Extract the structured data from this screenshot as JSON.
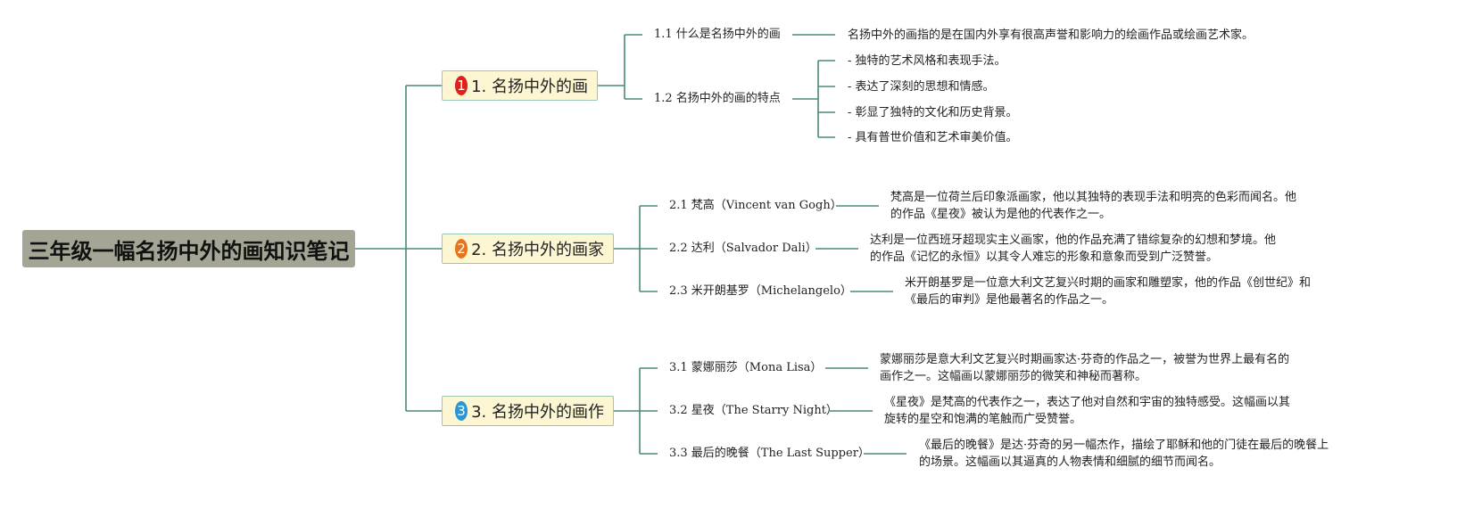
{
  "colors": {
    "root_bg": "#a4a595",
    "branch_bg": "#fdf6d3",
    "branch_border": "#9cc5b3",
    "connector": "#4a8a72",
    "marker_1": "#e0201b",
    "marker_2": "#e8731d",
    "marker_3": "#2b96d3"
  },
  "root": {
    "title": "三年级一幅名扬中外的画知识笔记"
  },
  "branches": [
    {
      "marker": "1",
      "label": "1. 名扬中外的画",
      "subs": [
        {
          "label": "1.1 什么是名扬中外的画",
          "details": [
            "名扬中外的画指的是在国内外享有很高声誉和影响力的绘画作品或绘画艺术家。"
          ]
        },
        {
          "label": "1.2 名扬中外的画的特点",
          "details": [
            "- 独特的艺术风格和表现手法。",
            "- 表达了深刻的思想和情感。",
            "- 彰显了独特的文化和历史背景。",
            "- 具有普世价值和艺术审美价值。"
          ]
        }
      ]
    },
    {
      "marker": "2",
      "label": "2. 名扬中外的画家",
      "subs": [
        {
          "label": "2.1 梵高（Vincent van Gogh）",
          "details": [
            "梵高是一位荷兰后印象派画家，他以其独特的表现手法和明亮的色彩而闻名。他",
            "的作品《星夜》被认为是他的代表作之一。"
          ]
        },
        {
          "label": "2.2 达利（Salvador Dali）",
          "details": [
            "达利是一位西班牙超现实主义画家，他的作品充满了错综复杂的幻想和梦境。他",
            "的作品《记忆的永恒》以其令人难忘的形象和意象而受到广泛赞誉。"
          ]
        },
        {
          "label": "2.3 米开朗基罗（Michelangelo）",
          "details": [
            "米开朗基罗是一位意大利文艺复兴时期的画家和雕塑家，他的作品《创世纪》和",
            "《最后的审判》是他最著名的作品之一。"
          ]
        }
      ]
    },
    {
      "marker": "3",
      "label": "3. 名扬中外的画作",
      "subs": [
        {
          "label": "3.1 蒙娜丽莎（Mona Lisa）",
          "details": [
            "蒙娜丽莎是意大利文艺复兴时期画家达·芬奇的作品之一，被誉为世界上最有名的",
            "画作之一。这幅画以蒙娜丽莎的微笑和神秘而著称。"
          ]
        },
        {
          "label": "3.2 星夜（The Starry Night）",
          "details": [
            "《星夜》是梵高的代表作之一，表达了他对自然和宇宙的独特感受。这幅画以其",
            "旋转的星空和饱满的笔触而广受赞誉。"
          ]
        },
        {
          "label": "3.3 最后的晚餐（The Last Supper）",
          "details": [
            "《最后的晚餐》是达·芬奇的另一幅杰作，描绘了耶稣和他的门徒在最后的晚餐上",
            "的场景。这幅画以其逼真的人物表情和细腻的细节而闻名。"
          ]
        }
      ]
    }
  ]
}
